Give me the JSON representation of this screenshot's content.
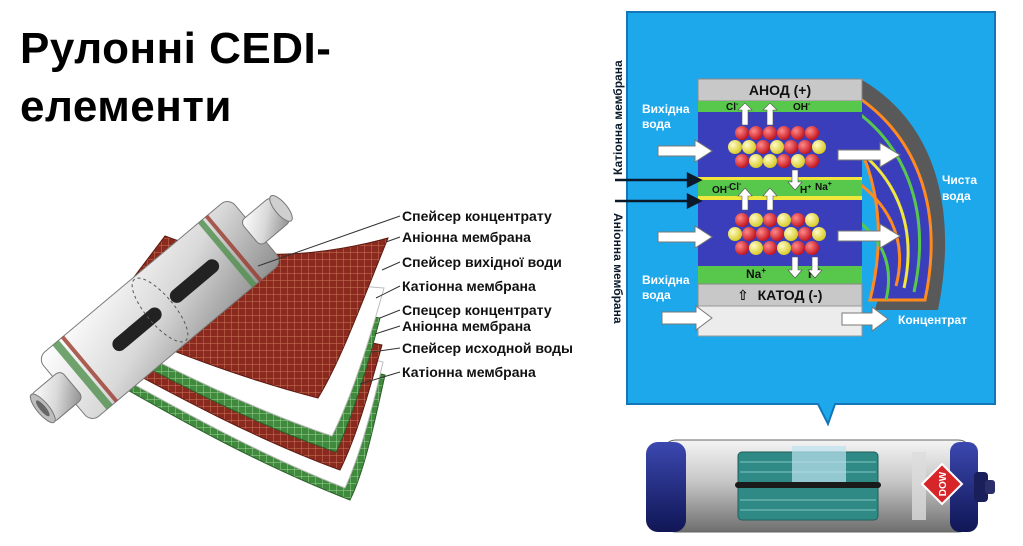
{
  "title": {
    "line1": "Рулонні CEDI-",
    "line2": "елементи"
  },
  "roll_labels": [
    "Спейсер концентрату",
    "Аніонна мембрана",
    "Спейсер вихідної води",
    "Катіонна мембрана",
    "Спецсер концентрату",
    "Аніонна мембрана",
    "Спейсер исходной воды",
    "Катіонна мембрана"
  ],
  "cell": {
    "anode": "АНОД (+)",
    "cathode": "КАТОД (-)",
    "inlet_top": [
      "Вихідна",
      "вода"
    ],
    "inlet_bottom": [
      "Вихідна",
      "вода"
    ],
    "outlet_pure": [
      "Чиста",
      "вода"
    ],
    "concentrate": "Концентрат",
    "side_cation": "Катіонна мембрана",
    "side_anion": "Аніонна мембрана",
    "ions": {
      "cl": "Cl",
      "oh": "OH",
      "na": "Na",
      "h": "H",
      "minus": "-",
      "plus": "+"
    }
  },
  "module_brand": "DOW",
  "colors": {
    "background_blue": "#1ea8ec",
    "anode_gray": "#c8c8c8",
    "membrane_green": "#58c84c",
    "compartment_purple": "#3b3ebb",
    "membrane_yellow": "#f0e63c",
    "ion_red": "#e8202a",
    "ion_yellow": "#f4ee3a",
    "roll_brown": "#8a2a1e",
    "roll_green": "#3f8a3c",
    "module_navy": "#1f2a86",
    "module_teal": "#2f8a86",
    "dow_red": "#d6262a"
  }
}
